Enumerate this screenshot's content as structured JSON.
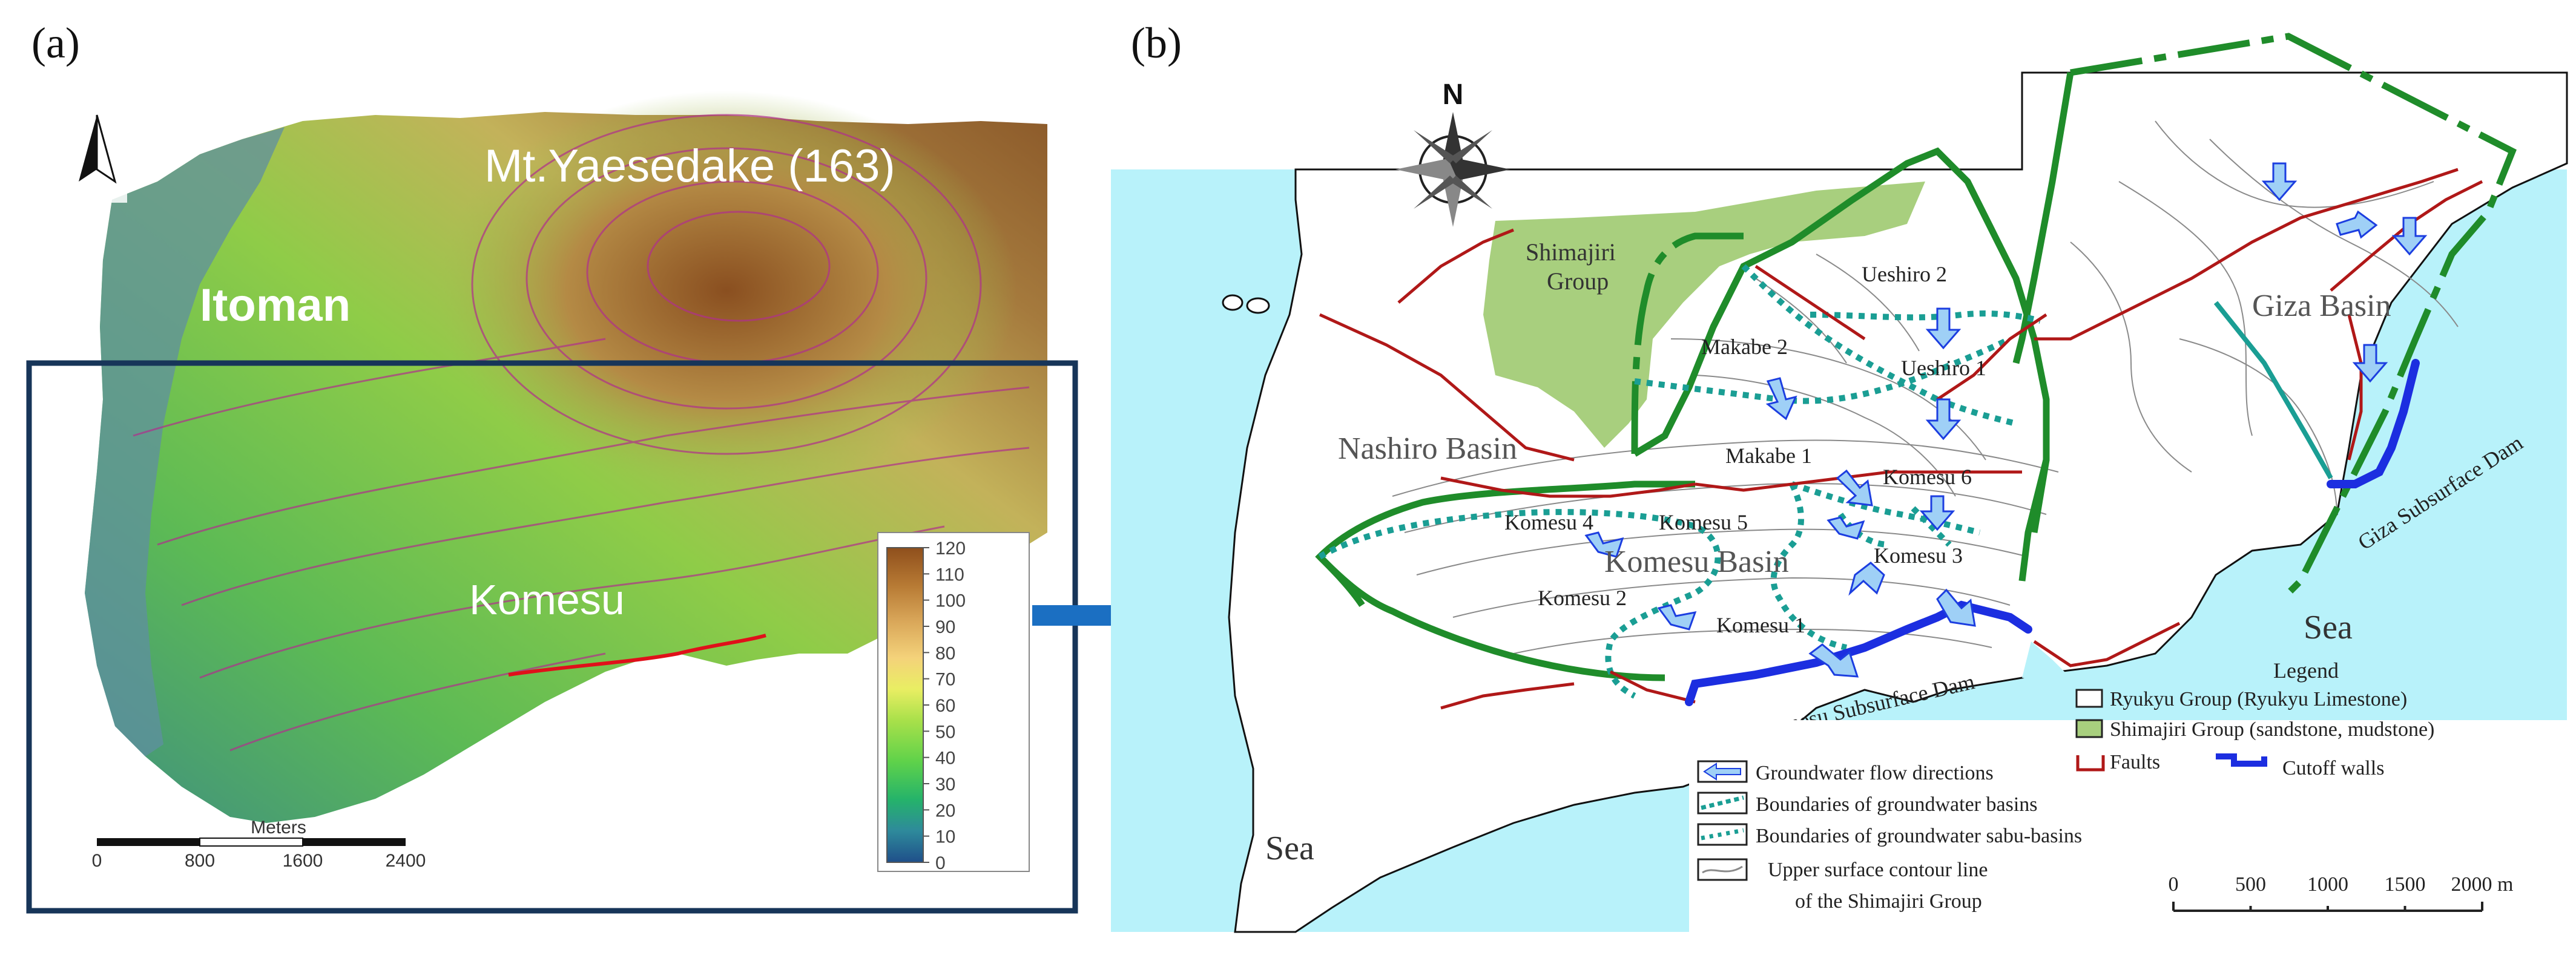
{
  "panel_a": {
    "label": "(a)",
    "place_labels": {
      "peak": "Mt.Yaesedake (163)",
      "city": "Itoman",
      "area": "Komesu"
    },
    "elevation_scale": {
      "ticks": [
        "0",
        "10",
        "20",
        "30",
        "40",
        "50",
        "60",
        "70",
        "80",
        "90",
        "100",
        "110",
        "120"
      ],
      "colors": [
        "#1f4f8a",
        "#2e8a9b",
        "#25b36a",
        "#5fd24a",
        "#a8e04a",
        "#e9ee63",
        "#f4d27a",
        "#d8a558",
        "#b77a34",
        "#8f4f1c"
      ]
    },
    "scalebar": {
      "unit": "Meters",
      "ticks": [
        "0",
        "800",
        "1600",
        "2400"
      ]
    },
    "north_icon": "north-arrow-icon"
  },
  "panel_b": {
    "label": "(b)",
    "north_letter": "N",
    "basins": {
      "nashiro": "Nashiro Basin",
      "komesu": "Komesu Basin",
      "giza": "Giza Basin",
      "shimajiri": "Shimajiri\nGroup"
    },
    "subbasins": [
      "Ueshiro 2",
      "Ueshiro 1",
      "Makabe 2",
      "Makabe 1",
      "Komesu 6",
      "Komesu 4",
      "Komesu 5",
      "Komesu 3",
      "Komesu 2",
      "Komesu 1"
    ],
    "sea": [
      "Sea",
      "Sea"
    ],
    "dams": {
      "komesu": "Komesu Subsurface Dam",
      "giza": "Giza Subsurface Dam"
    },
    "legend": {
      "title": "Legend",
      "ryukyu": "Ryukyu Group (Ryukyu Limestone)",
      "shimajiri": "Shimajiri Group (sandstone, mudstone)",
      "faults": "Faults",
      "cutoff": "Cutoff walls",
      "flow": "Groundwater flow directions",
      "basin_bound": "Boundaries of groundwater basins",
      "subbasin_bound": "Boundaries of groundwater sabu-basins",
      "contour_line1": "Upper surface contour line",
      "contour_line2": "of the Shimajiri Group"
    },
    "scalebar": {
      "ticks": [
        "0",
        "500",
        "1000",
        "1500",
        "2000 m"
      ]
    },
    "colors": {
      "sea": "#b8f2fa",
      "shimajiri": "#a8cf7e",
      "basin_boundary": "#1f8c2a",
      "subbasin_boundary": "#1a9e94",
      "fault": "#b01818",
      "cutoff": "#1c2ee0",
      "flow_arrow": "#7eb4f2"
    }
  },
  "connector_arrow_color": "#1b6fc2"
}
